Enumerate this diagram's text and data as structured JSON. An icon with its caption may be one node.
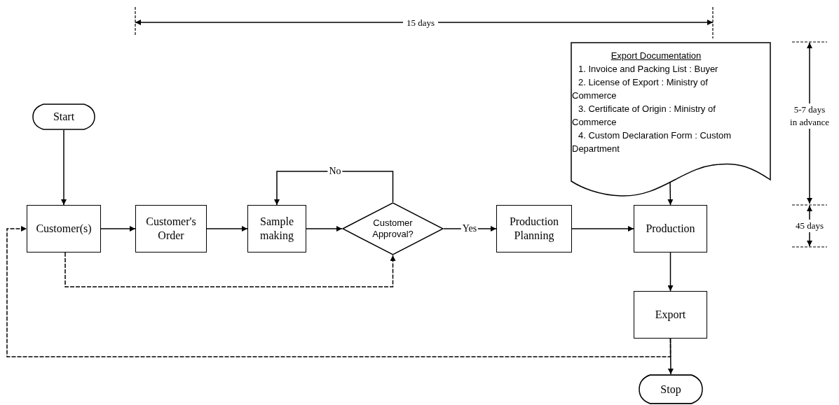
{
  "diagram": {
    "nodes": [
      {
        "text": [
          "Start"
        ]
      },
      {
        "text": [
          "Customer(s)"
        ]
      },
      {
        "text": [
          "Customer's Order"
        ]
      },
      {
        "text": [
          "Sample making"
        ]
      },
      {
        "text": [
          "Customer Approval?"
        ]
      },
      {
        "text": [
          "Production Planning"
        ]
      },
      {
        "text": [
          "Production"
        ]
      },
      {
        "text": [
          "Export"
        ]
      },
      {
        "text": [
          "Stop"
        ]
      },
      {
        "text": [
          "Export Documentation",
          "1. Invoice and Packing List : Buyer",
          "2. License of Export : Ministry of Commerce",
          "3. Certificate of Origin : Ministry of Commerce",
          "4. Custom Declaration Form : Custom Department"
        ]
      }
    ],
    "edges": [
      {
        "from": 0,
        "to": 1,
        "arrow": "to"
      },
      {
        "from": 1,
        "to": 2,
        "arrow": "to"
      },
      {
        "from": 2,
        "to": 3,
        "arrow": "to"
      },
      {
        "from": 3,
        "to": 4,
        "arrow": "to"
      },
      {
        "from": 4,
        "to": 3,
        "arrow": "to",
        "label": "No"
      },
      {
        "from": 4,
        "to": 5,
        "arrow": "to",
        "label": "Yes"
      },
      {
        "from": 5,
        "to": 6,
        "arrow": "to"
      },
      {
        "from": 9,
        "to": 6,
        "arrow": "to"
      },
      {
        "from": 6,
        "to": 7,
        "arrow": "to"
      },
      {
        "from": 7,
        "to": 8,
        "arrow": "to"
      },
      {
        "from": 1,
        "to": 4,
        "arrow": "to",
        "style": "dashed"
      },
      {
        "from": 7,
        "to": 1,
        "arrow": "to",
        "style": "dashed"
      }
    ],
    "labels": [
      "15 days",
      "5-7 days in advance",
      "45 days"
    ]
  }
}
